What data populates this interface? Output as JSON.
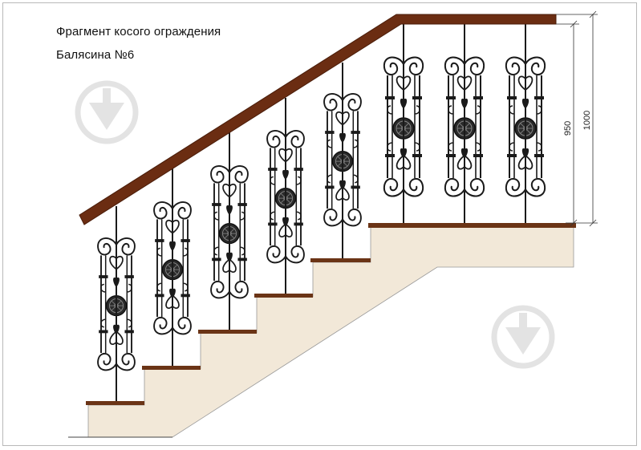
{
  "header": {
    "title": "Фрагмент косого ограждения",
    "subtitle": "Балясина №6"
  },
  "dimensions": {
    "inner": "950",
    "outer": "1000"
  },
  "colors": {
    "handrail": "#6b2d12",
    "tread": "#6b3416",
    "stair": "#f2e8d8",
    "iron": "#1a1a1a",
    "watermark": "#e3e3e3"
  },
  "icons": [
    "download-watermark-icon",
    "download-watermark-icon"
  ]
}
